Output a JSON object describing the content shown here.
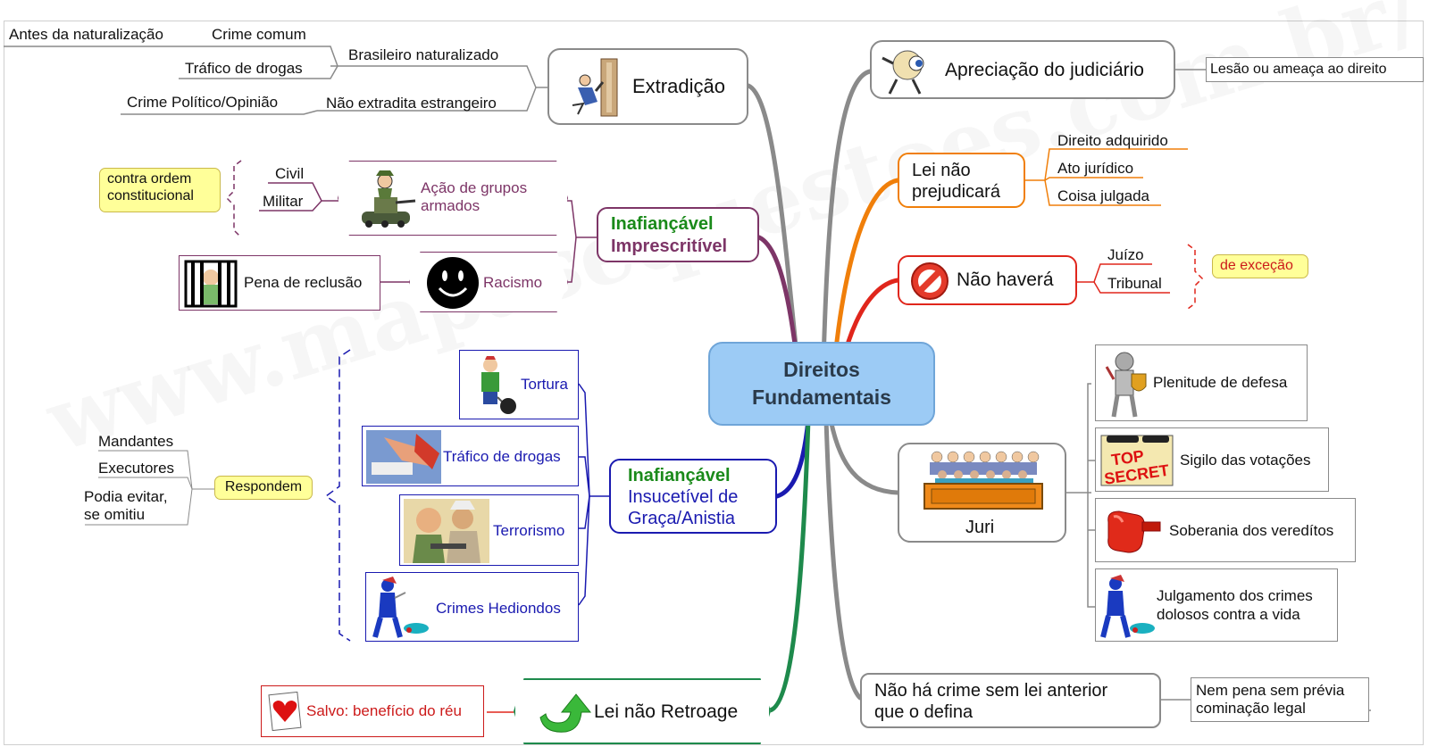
{
  "watermark": "www.mapasequestoes.com.br/",
  "center": {
    "line1": "Direitos",
    "line2": "Fundamentais"
  },
  "extradicao": {
    "title": "Extradição",
    "branch_brasileiro": "Brasileiro naturalizado",
    "antes": "Antes da naturalização",
    "crime_comum": "Crime comum",
    "trafico": "Tráfico de drogas",
    "branch_estrangeiro": "Não extradita estrangeiro",
    "crime_politico": "Crime Político/Opinião"
  },
  "imprescritivel": {
    "title1": "Inafiançável",
    "title2": "Imprescritível",
    "acao": {
      "line1": "Ação de grupos",
      "line2": "armados"
    },
    "civil": "Civil",
    "militar": "Militar",
    "note": {
      "line1": "contra ordem",
      "line2": "constitucional"
    },
    "racismo": "Racismo",
    "pena": "Pena de reclusão"
  },
  "insucetivel": {
    "title1": "Inafiançável",
    "title2": "Insucetível de",
    "title3": "Graça/Anistia",
    "tortura": "Tortura",
    "trafico": "Tráfico de drogas",
    "terrorismo": "Terrorismo",
    "hediondos": "Crimes Hediondos",
    "respondem": "Respondem",
    "mandantes": "Mandantes",
    "executores": "Executores",
    "podia1": "Podia evitar,",
    "podia2": "se omitiu"
  },
  "retroage": {
    "title": "Lei não Retroage",
    "salvo": "Salvo: benefício do réu"
  },
  "apreciacao": {
    "title": "Apreciação do judiciário",
    "leaf": "Lesão ou ameaça ao direito"
  },
  "lei_nao": {
    "line1": "Lei não",
    "line2": "prejudicará",
    "items": [
      "Direito adquirido",
      "Ato jurídico",
      "Coisa julgada"
    ]
  },
  "nao_havera": {
    "title": "Não haverá",
    "juizo": "Juízo",
    "tribunal": "Tribunal",
    "note": "de exceção"
  },
  "juri": {
    "title": "Juri",
    "plenitude": "Plenitude de defesa",
    "sigilo": "Sigilo das votações",
    "soberania": "Soberania dos veredítos",
    "julgamento1": "Julgamento dos crimes",
    "julgamento2": "dolosos contra a vida",
    "top_secret1": "TOP",
    "top_secret2": "SECRET"
  },
  "crime_sem_lei": {
    "line1": "Não há crime sem lei anterior",
    "line2": "que o defina",
    "leaf1": "Nem pena sem prévia",
    "leaf2": "cominação legal"
  },
  "colors": {
    "gray": "#8a8a8a",
    "orange": "#f07f0a",
    "red": "#e0261c",
    "purple": "#7d3567",
    "blue": "#1a1ab0",
    "green": "#1e8a4c",
    "center_fill": "#9ccbf5",
    "note_yellow": "#ffff99",
    "title_green": "#1a8a1a"
  }
}
